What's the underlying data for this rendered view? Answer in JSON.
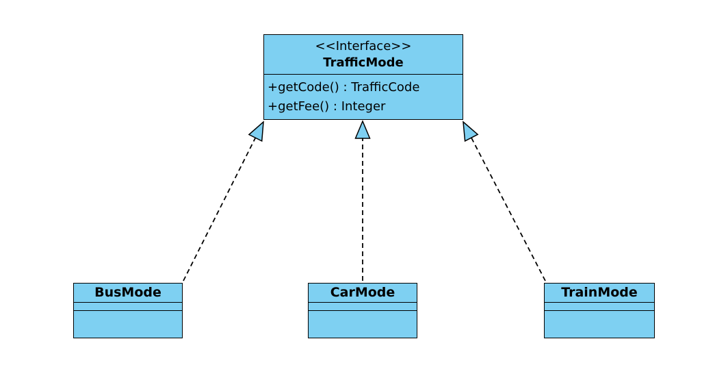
{
  "colors": {
    "node_fill": "#7ED0F2",
    "node_border": "#000000",
    "edge": "#000000",
    "background": "#FFFFFF"
  },
  "diagram": {
    "interface": {
      "stereotype": "<<Interface>>",
      "name": "TrafficMode",
      "methods": [
        "+getCode() : TrafficCode",
        "+getFee() : Integer"
      ]
    },
    "classes": [
      {
        "name": "BusMode"
      },
      {
        "name": "CarMode"
      },
      {
        "name": "TrainMode"
      }
    ],
    "relations": [
      {
        "from": "BusMode",
        "to": "TrafficMode",
        "type": "realization"
      },
      {
        "from": "CarMode",
        "to": "TrafficMode",
        "type": "realization"
      },
      {
        "from": "TrainMode",
        "to": "TrafficMode",
        "type": "realization"
      }
    ]
  }
}
